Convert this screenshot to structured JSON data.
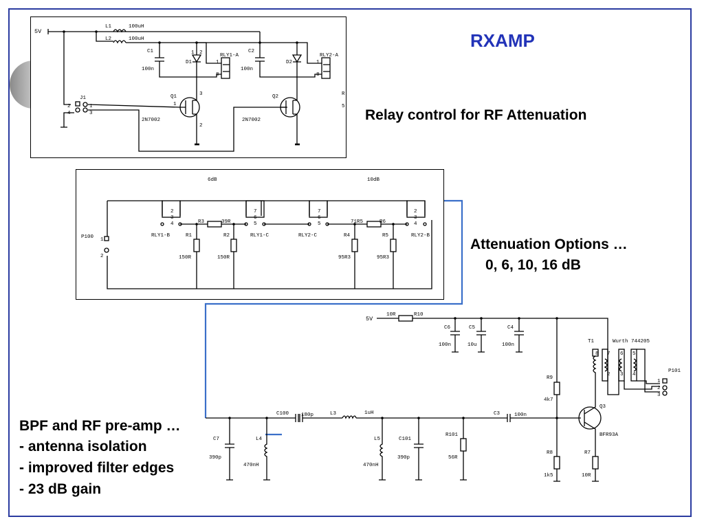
{
  "slide": {
    "title": "RXAMP",
    "captions": {
      "relay": "Relay control for RF Attenuation",
      "atten_heading": "Attenuation Options …",
      "atten_values": "0, 6, 10, 16 dB",
      "bpf_heading": "BPF and RF pre-amp …",
      "bpf_bullets": [
        "antenna isolation",
        "improved filter edges",
        "23 dB gain"
      ],
      "bullet_marker": "-"
    }
  },
  "colors": {
    "title": "#2233b8",
    "frame": "#2a3aa0",
    "wire": "#000000",
    "highlight": "#3a6fc9"
  },
  "relay_schematic": {
    "supply": "5V",
    "L1": "L1",
    "L1_val": "100uH",
    "L2": "L2",
    "L2_val": "100uH",
    "C1": "C1",
    "C1_val": "100n",
    "C2": "C2",
    "C2_val": "100n",
    "D1": "D1",
    "D2": "D2",
    "RLY1A": "RLY1-A",
    "RLY2A": "RLY2-A",
    "J1": "J1",
    "Q1": "Q1",
    "Q2": "Q2",
    "Q_part": "2N7002",
    "edge_r": "R",
    "edge_5": "5",
    "pins": {
      "p1": "1",
      "p2": "2",
      "p3": "3",
      "p4": "4",
      "p8": "8"
    }
  },
  "atten_schematic": {
    "label_6dB": "6dB",
    "label_10dB": "10dB",
    "P100": "P100",
    "RLY1B": "RLY1-B",
    "RLY1C": "RLY1-C",
    "RLY2C": "RLY2-C",
    "RLY2B": "RLY2-B",
    "R1": "R1",
    "R1_val": "150R",
    "R2": "R2",
    "R2_val": "150R",
    "R3": "R3",
    "R3_val": "39R",
    "R4": "R4",
    "R4_val": "95R3",
    "R5": "R5",
    "R5_val": "95R3",
    "R6": "R6",
    "R6_val": "71R5",
    "pins": {
      "p1": "1",
      "p2": "2",
      "p3": "3",
      "p4": "4",
      "p5": "5",
      "p6": "6",
      "p7": "7"
    }
  },
  "amp_schematic": {
    "supply": "5V",
    "R10": "R10",
    "R10_val": "10R",
    "C6": "C6",
    "C6_val": "100n",
    "C5": "C5",
    "C5_val": "10u",
    "C4": "C4",
    "C4_val": "100n",
    "T1": "T1",
    "T1_part": "Wurth 744205",
    "P101": "P101",
    "R9": "R9",
    "R9_val": "4k7",
    "R8": "R8",
    "R8_val": "1k5",
    "R7": "R7",
    "R7_val": "10R",
    "Q3": "Q3",
    "Q3_part": "BFR93A",
    "C100": "C100",
    "C100_val": "180p",
    "L3": "L3",
    "L3_val": "1uH",
    "C3": "C3",
    "C3_val": "100n",
    "C7": "C7",
    "C7_val": "390p",
    "L4": "L4",
    "L4_val": "470nH",
    "L5": "L5",
    "L5_val": "470nH",
    "C101": "C101",
    "C101_val": "390p",
    "R101": "R101",
    "R101_val": "56R",
    "pins": {
      "p1": "1",
      "p2": "2",
      "p3": "3",
      "p4": "4",
      "p5": "5",
      "p6": "6",
      "p7": "7",
      "p8": "8"
    }
  }
}
